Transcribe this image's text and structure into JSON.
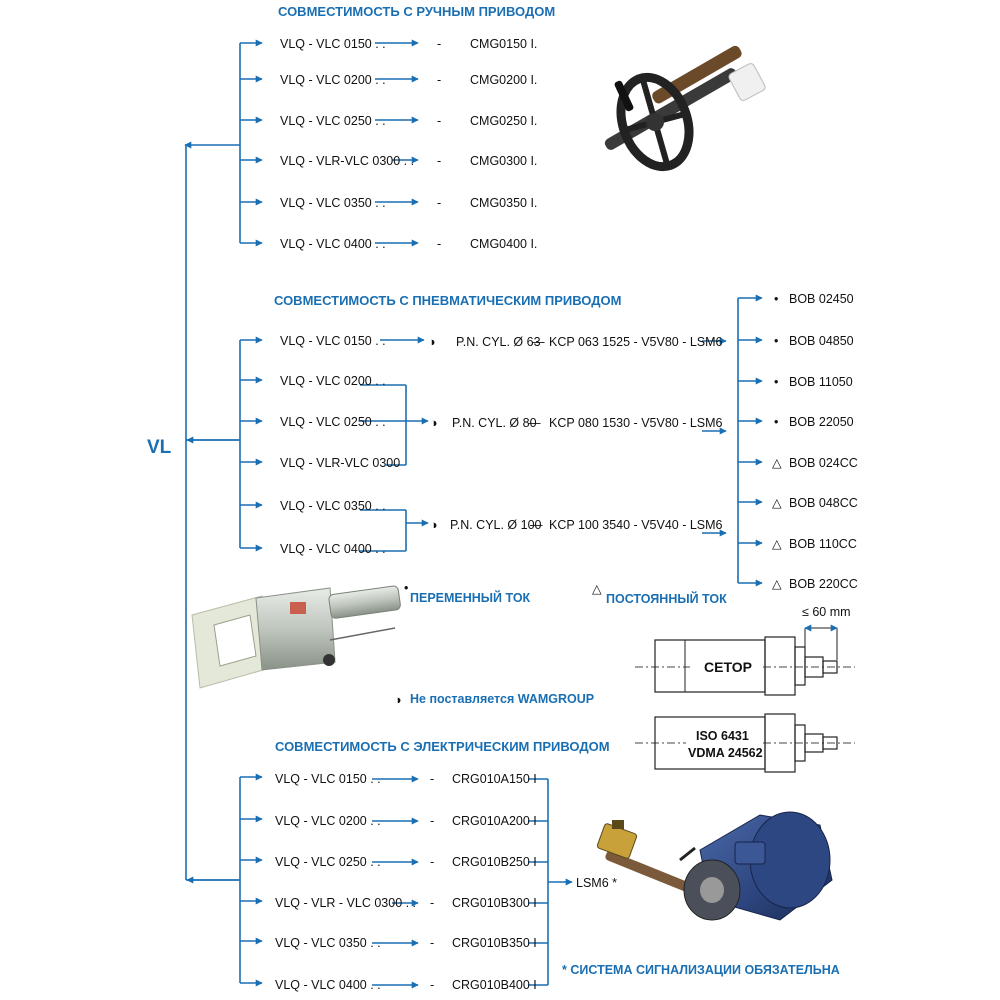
{
  "root_label": "VL",
  "manual": {
    "header": "СОВМЕСТИМОСТЬ С РУЧНЫМ ПРИВОДОМ",
    "rows": [
      {
        "model": "VLQ - VLC 0150 . .",
        "dash": "-",
        "code": "CMG0150 I."
      },
      {
        "model": "VLQ - VLC 0200 . .",
        "dash": "-",
        "code": "CMG0200 I."
      },
      {
        "model": "VLQ - VLC 0250 . .",
        "dash": "-",
        "code": "CMG0250 I."
      },
      {
        "model": "VLQ - VLR-VLC 0300 . .",
        "dash": "-",
        "code": "CMG0300 I."
      },
      {
        "model": "VLQ - VLC 0350 . .",
        "dash": "-",
        "code": "CMG0350 I."
      },
      {
        "model": "VLQ - VLC 0400 . .",
        "dash": "-",
        "code": "CMG0400 I."
      }
    ]
  },
  "pneumatic": {
    "header": "СОВМЕСТИМОСТЬ С ПНЕВМАТИЧЕСКИМ ПРИВОДОМ",
    "models": [
      "VLQ - VLC 0150 . .",
      "VLQ - VLC 0200 . .",
      "VLQ - VLC 0250 . .",
      "VLQ - VLR-VLC 0300",
      "VLQ - VLC 0350 . .",
      "VLQ - VLC 0400 . ."
    ],
    "cylinders": [
      {
        "cyl": "P.N. CYL. Ø 63",
        "dash": "—",
        "kit": "KCP 063 1525 - V5V80 - LSM6"
      },
      {
        "cyl": "P.N. CYL. Ø 80",
        "dash": "—",
        "kit": "KCP 080 1530 - V5V80 - LSM6"
      },
      {
        "cyl": "P.N. CYL. Ø 100",
        "dash": "—",
        "kit": "KCP 100 3540 - V5V40 - LSM6"
      }
    ],
    "solenoids": [
      {
        "sym": "•",
        "code": "BOB 02450"
      },
      {
        "sym": "•",
        "code": "BOB 04850"
      },
      {
        "sym": "•",
        "code": "BOB 11050"
      },
      {
        "sym": "•",
        "code": "BOB 22050"
      },
      {
        "sym": "△",
        "code": "BOB 024CC"
      },
      {
        "sym": "△",
        "code": "BOB 048CC"
      },
      {
        "sym": "△",
        "code": "BOB 110CC"
      },
      {
        "sym": "△",
        "code": "BOB 220CC"
      }
    ],
    "legend_ac_sym": "•",
    "legend_ac": "ПЕРЕМЕННЫЙ ТОК",
    "legend_dc_sym": "△",
    "legend_dc": "ПОСТОЯННЫЙ ТОК",
    "not_supplied_sym": "◑",
    "not_supplied": "Не поставляется WAMGROUP"
  },
  "drawings": {
    "dim_label": "≤ 60 mm",
    "cetop_label": "CETOP",
    "iso_line1": "ISO 6431",
    "iso_line2": "VDMA 24562"
  },
  "electric": {
    "header": "СОВМЕСТИМОСТЬ С ЭЛЕКТРИЧЕСКИМ ПРИВОДОМ",
    "rows": [
      {
        "model": "VLQ - VLC 0150 . .",
        "dash": "-",
        "code": "CRG010A150 I"
      },
      {
        "model": "VLQ - VLC 0200 . .",
        "dash": "-",
        "code": "CRG010A200 I"
      },
      {
        "model": "VLQ - VLC 0250 . .",
        "dash": "-",
        "code": "CRG010B250 I"
      },
      {
        "model": "VLQ - VLR - VLC 0300 . .",
        "dash": "-",
        "code": "CRG010B300 I"
      },
      {
        "model": "VLQ - VLC 0350 . .",
        "dash": "-",
        "code": "CRG010B350 I"
      },
      {
        "model": "VLQ - VLC 0400 . .",
        "dash": "-",
        "code": "CRG010B400 I"
      }
    ],
    "switch_label": "LSM6 *",
    "footnote": "* СИСТЕМА СИГНАЛИЗАЦИИ ОБЯЗАТЕЛЬНА"
  }
}
